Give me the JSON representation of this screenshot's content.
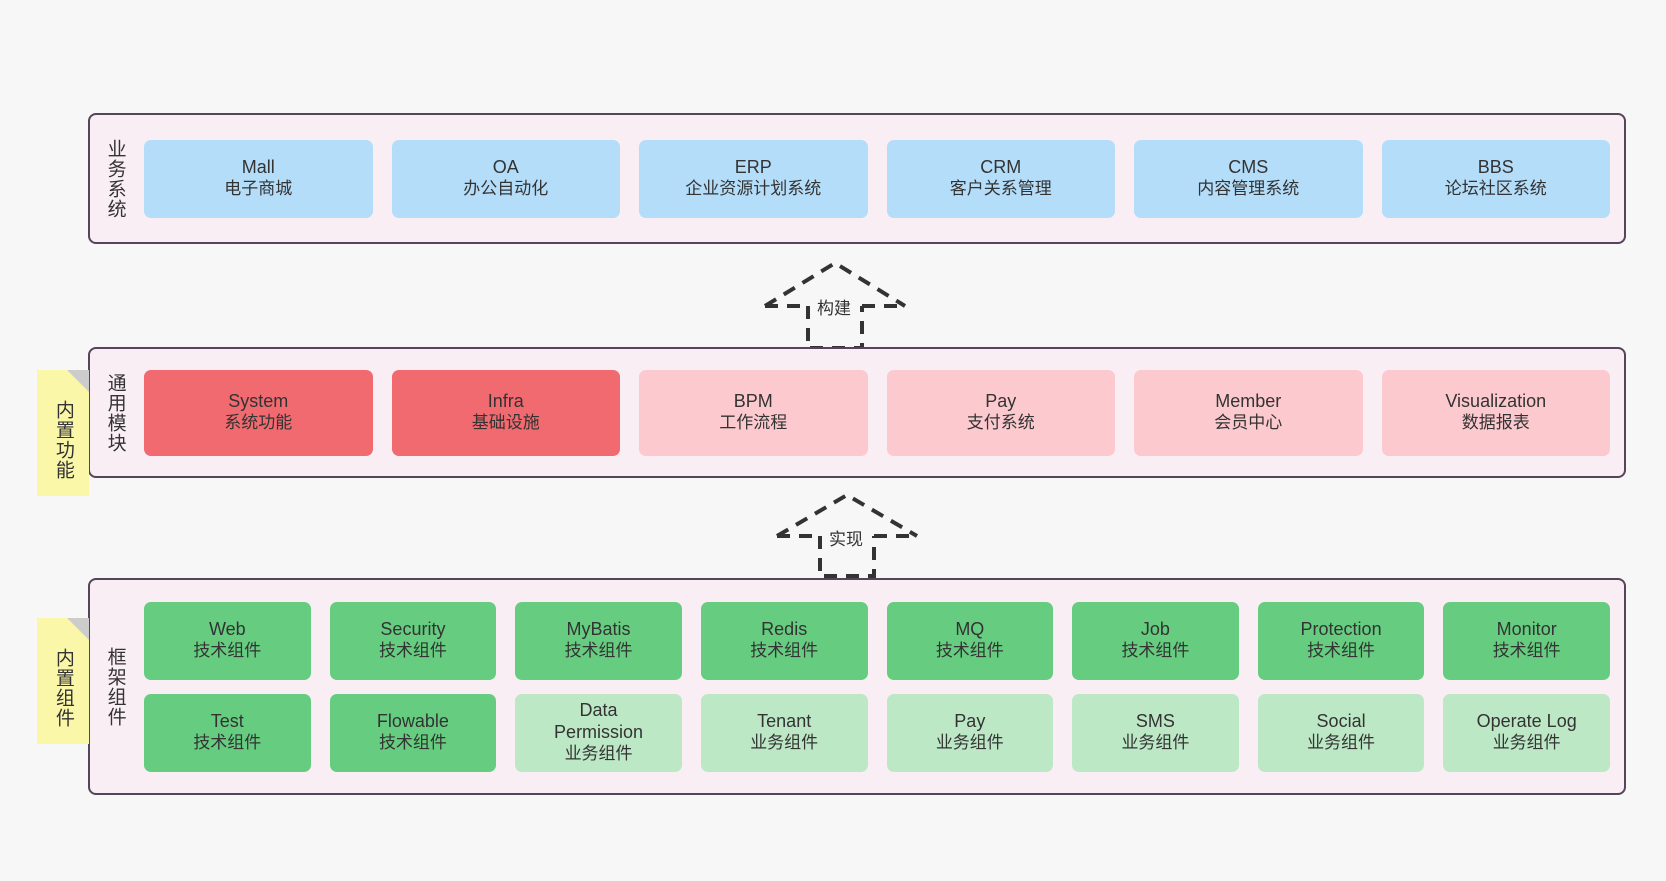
{
  "diagram": {
    "background_color": "#f7f7f7",
    "layer_border_color": "#55445a",
    "layer_fill_color": "#faeef5",
    "note_fill_color": "#fbf7a8",
    "note_fold_color": "#cccccc"
  },
  "notes": [
    {
      "id": "builtin-features",
      "label": "内置功能"
    },
    {
      "id": "builtin-components",
      "label": "内置组件"
    }
  ],
  "arrows": [
    {
      "id": "build-arrow",
      "label": "构建",
      "style": "dashed-hollow-uml",
      "direction": "up"
    },
    {
      "id": "implement-arrow",
      "label": "实现",
      "style": "dashed-hollow-uml",
      "direction": "up"
    }
  ],
  "layers": [
    {
      "id": "business-systems",
      "title": "业务系统",
      "color": "#b4ddf9",
      "rows": [
        [
          {
            "en": "Mall",
            "cn": "电子商城",
            "color": "#b4ddf9"
          },
          {
            "en": "OA",
            "cn": "办公自动化",
            "color": "#b4ddf9"
          },
          {
            "en": "ERP",
            "cn": "企业资源计划系统",
            "color": "#b4ddf9"
          },
          {
            "en": "CRM",
            "cn": "客户关系管理",
            "color": "#b4ddf9"
          },
          {
            "en": "CMS",
            "cn": "内容管理系统",
            "color": "#b4ddf9"
          },
          {
            "en": "BBS",
            "cn": "论坛社区系统",
            "color": "#b4ddf9"
          }
        ]
      ]
    },
    {
      "id": "common-modules",
      "title": "通用模块",
      "rows": [
        [
          {
            "en": "System",
            "cn": "系统功能",
            "color": "#f06a6f"
          },
          {
            "en": "Infra",
            "cn": "基础设施",
            "color": "#f06a6f"
          },
          {
            "en": "BPM",
            "cn": "工作流程",
            "color": "#fbc9ce"
          },
          {
            "en": "Pay",
            "cn": "支付系统",
            "color": "#fbc9ce"
          },
          {
            "en": "Member",
            "cn": "会员中心",
            "color": "#fbc9ce"
          },
          {
            "en": "Visualization",
            "cn": "数据报表",
            "color": "#fbc9ce"
          }
        ]
      ]
    },
    {
      "id": "framework-components",
      "title": "框架组件",
      "rows": [
        [
          {
            "en": "Web",
            "cn": "技术组件",
            "color": "#66cc80"
          },
          {
            "en": "Security",
            "cn": "技术组件",
            "color": "#66cc80"
          },
          {
            "en": "MyBatis",
            "cn": "技术组件",
            "color": "#66cc80"
          },
          {
            "en": "Redis",
            "cn": "技术组件",
            "color": "#66cc80"
          },
          {
            "en": "MQ",
            "cn": "技术组件",
            "color": "#66cc80"
          },
          {
            "en": "Job",
            "cn": "技术组件",
            "color": "#66cc80"
          },
          {
            "en": "Protection",
            "cn": "技术组件",
            "color": "#66cc80"
          },
          {
            "en": "Monitor",
            "cn": "技术组件",
            "color": "#66cc80"
          }
        ],
        [
          {
            "en": "Test",
            "cn": "技术组件",
            "color": "#66cc80"
          },
          {
            "en": "Flowable",
            "cn": "技术组件",
            "color": "#66cc80"
          },
          {
            "en": "Data Permission",
            "cn": "业务组件",
            "color": "#bde8c6"
          },
          {
            "en": "Tenant",
            "cn": "业务组件",
            "color": "#bde8c6"
          },
          {
            "en": "Pay",
            "cn": "业务组件",
            "color": "#bde8c6"
          },
          {
            "en": "SMS",
            "cn": "业务组件",
            "color": "#bde8c6"
          },
          {
            "en": "Social",
            "cn": "业务组件",
            "color": "#bde8c6"
          },
          {
            "en": "Operate Log",
            "cn": "业务组件",
            "color": "#bde8c6"
          }
        ]
      ]
    }
  ]
}
